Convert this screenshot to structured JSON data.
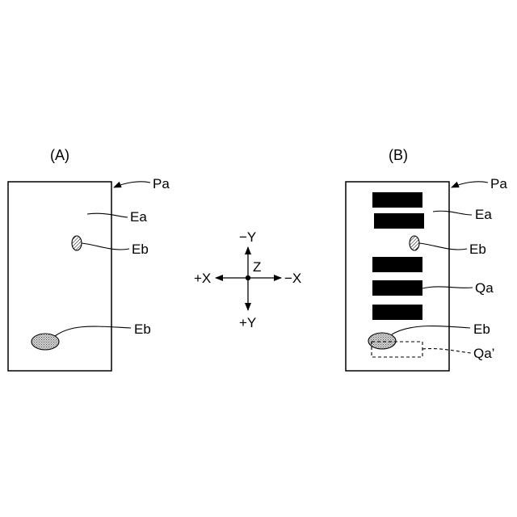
{
  "panels": {
    "a": {
      "title": "(A)",
      "paper_label": "Pa",
      "region_label": "Ea",
      "defect_small_label": "Eb",
      "defect_large_label": "Eb"
    },
    "b": {
      "title": "(B)",
      "paper_label": "Pa",
      "region_label": "Ea",
      "defect_small_label": "Eb",
      "print_label": "Qa",
      "defect_large_label": "Eb",
      "shifted_print_label": "Qa’"
    }
  },
  "axes": {
    "minus_y": "−Y",
    "plus_y": "+Y",
    "plus_x": "+X",
    "minus_x": "−X",
    "z": "Z"
  }
}
